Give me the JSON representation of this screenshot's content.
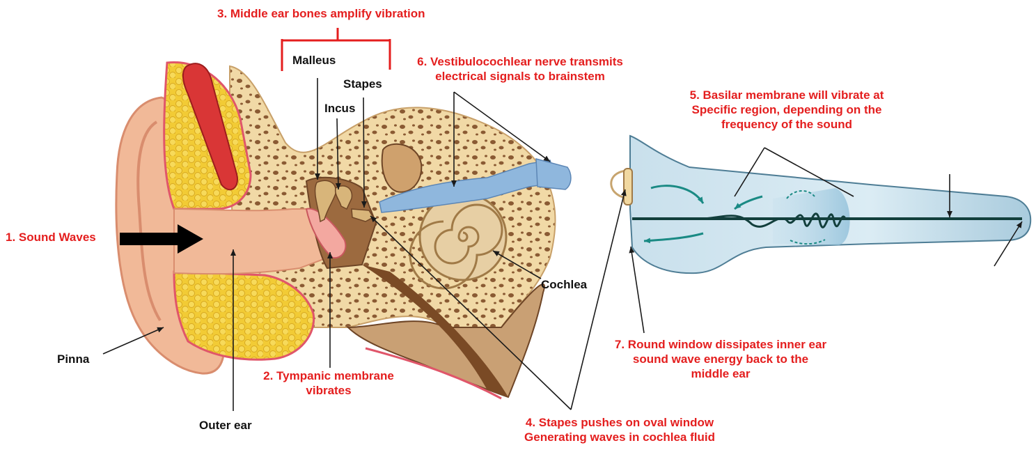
{
  "colors": {
    "callout_red": "#e41e1e",
    "anatomy_black": "#111111",
    "skin": "#f1b998",
    "skin_dark": "#d98d6e",
    "bone": "#f1d9a6",
    "bone_pore": "#8a5a33",
    "fat": "#f2cb35",
    "muscle": "#d93636",
    "nerve": "#8fb7dd",
    "cochlea": "#e7cfa4",
    "fluid": "#d4e7f1",
    "membrane_tympanic": "#f3a8a0"
  },
  "labels": {
    "step1": "1. Sound Waves",
    "step2": "2. Tympanic membrane\nvibrates",
    "step3": "3. Middle ear bones amplify vibration",
    "step4": "4. Stapes pushes on oval window\nGenerating waves in cochlea fluid",
    "step5": "5. Basilar membrane will vibrate at\nSpecific region, depending on the\nfrequency of the sound",
    "step6": "6. Vestibulocochlear nerve transmits\nelectrical signals to brainstem",
    "step7": "7. Round window dissipates inner ear\nsound wave energy back to the\nmiddle ear",
    "malleus": "Malleus",
    "incus": "Incus",
    "stapes": "Stapes",
    "cochlea": "Cochlea",
    "pinna": "Pinna",
    "outer_ear": "Outer ear"
  }
}
